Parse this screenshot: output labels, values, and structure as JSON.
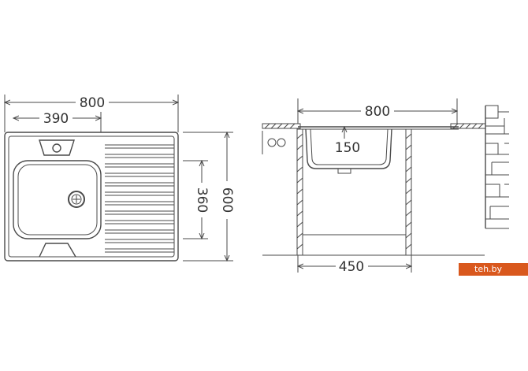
{
  "top_view": {
    "dim_total_width": "800",
    "dim_bowl_width": "390",
    "dim_bowl_depth": "360",
    "dim_total_depth": "600"
  },
  "side_view": {
    "dim_width": "800",
    "dim_bowl_height": "150",
    "dim_cabinet_width": "450"
  },
  "watermark": {
    "text": "teh.by",
    "color": "#d9581d"
  }
}
